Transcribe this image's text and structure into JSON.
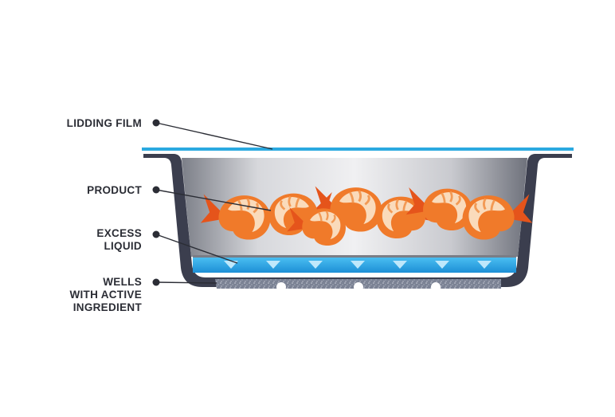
{
  "labels": {
    "lidding_film": "LIDDING FILM",
    "product": "PRODUCT",
    "excess_liquid": [
      "EXCESS",
      "LIQUID"
    ],
    "wells": [
      "WELLS",
      "WITH ACTIVE",
      "INGREDIENT"
    ]
  },
  "colors": {
    "tray_frame": "#3b3e4e",
    "film": "#2aa9e0",
    "liquid": "#2a9ee0",
    "liquid_arrow": "#bfe8fb",
    "shrimp": "#f07a2a",
    "shrimp_meat": "#fbe3c8",
    "wells": "#6f7688",
    "label_text": "#2b2d35"
  },
  "icons": {
    "leader_dot": "dot-icon",
    "arrow": "down-arrow-icon"
  }
}
